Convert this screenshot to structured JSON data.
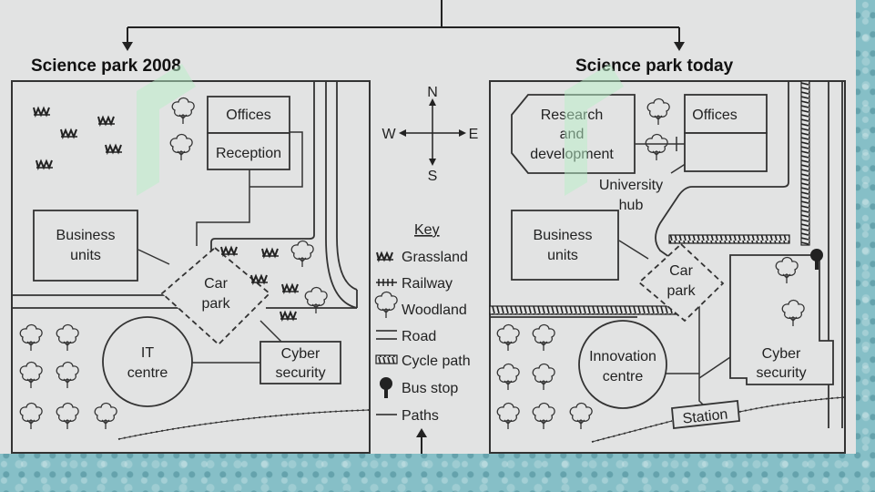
{
  "maps": {
    "left": {
      "title": "Science park  2008",
      "labels": {
        "offices": "Offices",
        "reception": "Reception",
        "business_units_1": "Business",
        "business_units_2": "units",
        "car_park_1": "Car",
        "car_park_2": "park",
        "it_centre_1": "IT",
        "it_centre_2": "centre",
        "cyber_security_1": "Cyber",
        "cyber_security_2": "security"
      }
    },
    "right": {
      "title": "Science park today",
      "labels": {
        "research_1": "Research",
        "research_2": "and",
        "research_3": "development",
        "offices": "Offices",
        "university_hub_1": "University",
        "university_hub_2": "hub",
        "business_units_1": "Business",
        "business_units_2": "units",
        "car_park_1": "Car",
        "car_park_2": "park",
        "innovation_centre_1": "Innovation",
        "innovation_centre_2": "centre",
        "cyber_security_1": "Cyber",
        "cyber_security_2": "security",
        "station": "Station"
      }
    }
  },
  "compass": {
    "n": "N",
    "s": "S",
    "e": "E",
    "w": "W"
  },
  "key": {
    "title": "Key",
    "items": [
      "Grassland",
      "Railway",
      "Woodland",
      "Road",
      "Cycle path",
      "Bus stop",
      "Paths"
    ]
  }
}
